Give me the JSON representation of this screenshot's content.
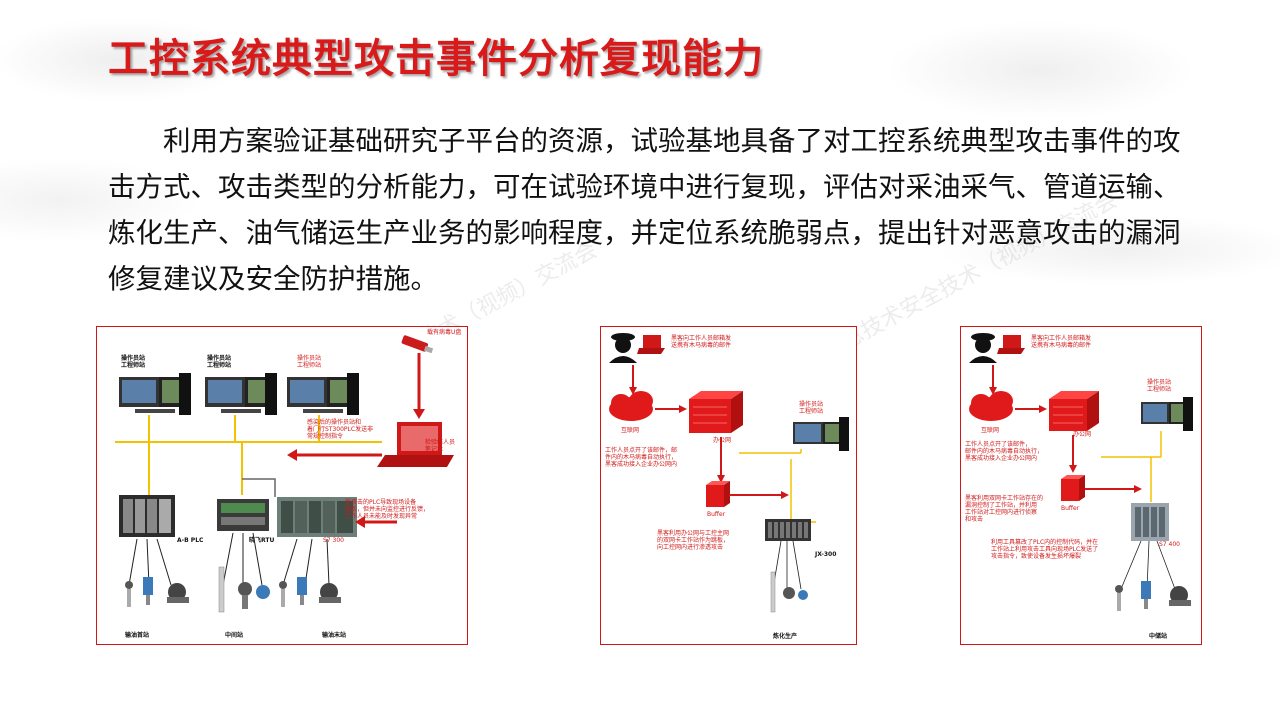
{
  "slide": {
    "title": "工控系统典型攻击事件分析复现能力",
    "body": "利用方案验证基础研究子平台的资源，试验基地具备了对工控系统典型攻击事件的攻击方式、攻击类型的分析能力，可在试验环境中进行复现，评估对采油采气、管道运输、炼化生产、油气储运生产业务的影响程度，并定位系统脆弱点，提出针对恶意攻击的漏洞修复建议及安全防护措施。"
  },
  "watermark": {
    "text1": "中国石油石化企业信息技术安全技术（视频）交流会",
    "text2": "中国石油石化企业信息技术安全技术（视频）交流会"
  },
  "colors": {
    "accent": "#d91a1a",
    "panel_border": "#d01818",
    "line_yellow": "#f2c200"
  },
  "diagram1": {
    "ws1": "操作员站\n工程师站",
    "ws2": "操作员站\n工程师站",
    "ws3": "操作员站\n工程师站",
    "usb": "载有病毒U盘",
    "laptop": "检验维人员\n笔记本",
    "note1": "感染后的操作员站和\n着门行ST300PLC发送非\n常规控制指令",
    "note2": "受攻击的PLC导致现场设备\n损毁，但并未向监控进行反馈，\n工作人员未能及时发现异常",
    "plc1": "A-B PLC",
    "plc2": "晓飞RTU",
    "plc3": "S7 300",
    "site1": "输油首站",
    "site2": "中间站",
    "site3": "输油末站"
  },
  "diagram2": {
    "attack_note": "黑客向工作人员邮箱发\n送携有木马病毒的邮件",
    "internet": "互联网",
    "office": "办公网",
    "ws": "操作员站\n工程师站",
    "note1": "工作人员点开了该邮件，邮\n件内的木马病毒自动执行，\n黑客成功接入企业办公网内",
    "buffer": "Buffer",
    "note2": "黑客利用办公网与工控主网\n的双网卡工作站作为跳板，\n向工控网内进行渗透攻击",
    "device": "JX-300",
    "site": "炼化生产"
  },
  "diagram3": {
    "attack_note": "黑客向工作人员邮箱发\n送携有木马病毒的邮件",
    "internet": "互联网",
    "office": "办公网",
    "ws": "操作员站\n工程师站",
    "note1": "工作人员点开了该邮件，\n邮件内的木马病毒自动执行，\n黑客成功接入企业办公网内",
    "buffer": "Buffer",
    "note2": "黑客利用双网卡工作站存在的\n漏洞控制了工作站，并利用\n工作站对工控网内进行侦察\n和攻击",
    "note3": "利用工具篡改了PLC内的控制代码，并在\n工作站上利用攻击工具向现场PLC发送了\n攻击指令，致使设备发生损坏爆裂",
    "device": "S7 400",
    "site": "中储站"
  }
}
